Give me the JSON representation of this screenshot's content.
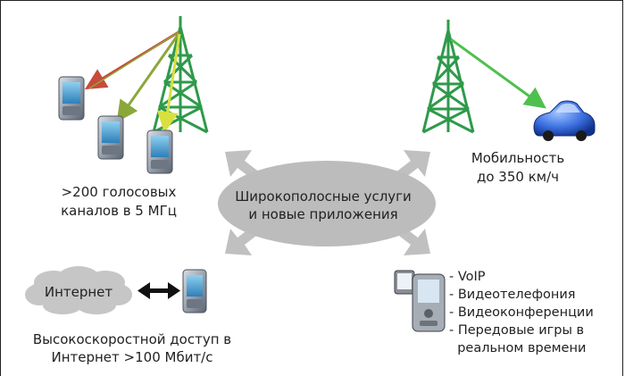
{
  "labels": {
    "voice_line1": ">200 голосовых",
    "voice_line2": "каналов в 5 МГц",
    "mobility_line1": "Мобильность",
    "mobility_line2": "до 350 км/ч",
    "broadband_line1": "Широкополосные услуги",
    "broadband_line2": "и новые приложения",
    "internet": "Интернет",
    "access_line1": "Высокоскоростной доступ в",
    "access_line2": "Интернет >100 Мбит/с"
  },
  "applications": [
    "- VoIP",
    "- Видеотелефония",
    "- Видеоконференции",
    "- Передовые игры в",
    "  реальном времени"
  ],
  "colors": {
    "tower": "#2e9a4a",
    "link_red": "#c84a3a",
    "link_olive": "#8aa83a",
    "link_yellow": "#d8e040",
    "link_green": "#4ec04e",
    "ellipse": "#bcbcbc",
    "cloud": "#c6c6c6",
    "car": "#3a6fe0"
  }
}
